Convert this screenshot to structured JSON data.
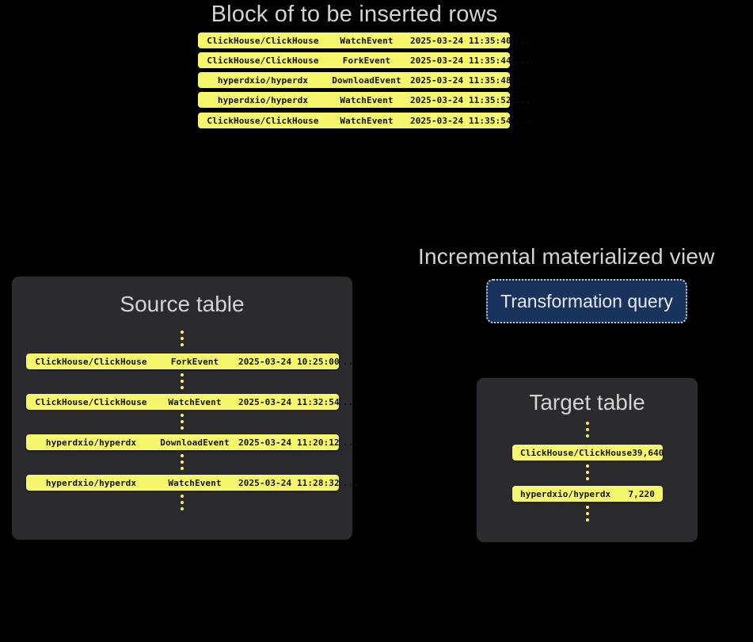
{
  "canvas": {
    "background": "#000000",
    "row_color": "#f7f76d",
    "card_color": "#2b2b2f",
    "heading_color": "#d3d3d6",
    "query_box_fill": "#18335c",
    "query_box_border": "#c9ccd1"
  },
  "block": {
    "title": "Block of to be inserted rows",
    "rows": [
      {
        "repo": "ClickHouse/ClickHouse",
        "event": "WatchEvent",
        "timestamp": "2025-03-24 11:35:40",
        "more": "..."
      },
      {
        "repo": "ClickHouse/ClickHouse",
        "event": "ForkEvent",
        "timestamp": "2025-03-24 11:35:44",
        "more": "..."
      },
      {
        "repo": "hyperdxio/hyperdx",
        "event": "DownloadEvent",
        "timestamp": "2025-03-24 11:35:48",
        "more": "..."
      },
      {
        "repo": "hyperdxio/hyperdx",
        "event": "WatchEvent",
        "timestamp": "2025-03-24 11:35:52",
        "more": "..."
      },
      {
        "repo": "ClickHouse/ClickHouse",
        "event": "WatchEvent",
        "timestamp": "2025-03-24 11:35:54",
        "more": "..."
      }
    ]
  },
  "source_table": {
    "title": "Source table",
    "rows": [
      {
        "repo": "ClickHouse/ClickHouse",
        "event": "ForkEvent",
        "timestamp": "2025-03-24 10:25:00",
        "more": "..."
      },
      {
        "repo": "ClickHouse/ClickHouse",
        "event": "WatchEvent",
        "timestamp": "2025-03-24 11:32:54",
        "more": "..."
      },
      {
        "repo": "hyperdxio/hyperdx",
        "event": "DownloadEvent",
        "timestamp": "2025-03-24 11:20:12",
        "more": "..."
      },
      {
        "repo": "hyperdxio/hyperdx",
        "event": "WatchEvent",
        "timestamp": "2025-03-24 11:28:32",
        "more": "..."
      }
    ]
  },
  "materialized_view": {
    "title": "Incremental materialized view",
    "query_label": "Transformation query"
  },
  "target_table": {
    "title": "Target table",
    "rows": [
      {
        "repo": "ClickHouse/ClickHouse",
        "count": "39,640"
      },
      {
        "repo": "hyperdxio/hyperdx",
        "count": "7,220"
      }
    ]
  }
}
